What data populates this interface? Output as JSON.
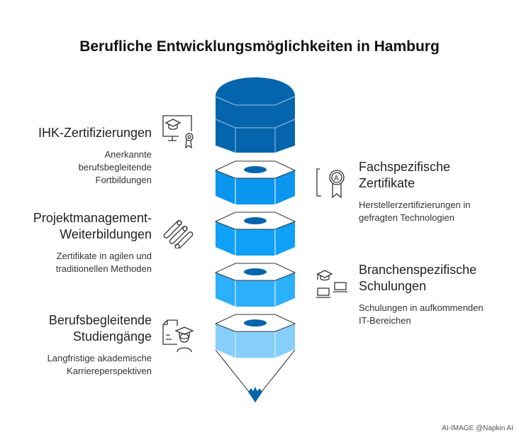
{
  "title": "Berufliche Entwicklungsmöglichkeiten in Hamburg",
  "items": [
    {
      "title": "IHK-Zertifizierungen",
      "desc": "Anerkannte berufsbegleitende Fortbildungen",
      "icon": "certificate-monitor-icon"
    },
    {
      "title": "Fachspezifische Zertifikate",
      "desc": "Herstellerzertifizierungen in gefragten Technologien",
      "icon": "award-badge-icon"
    },
    {
      "title": "Projektmanagement-Weiterbildungen",
      "desc": "Zertifikate in agilen und traditionellen Methoden",
      "icon": "pipes-icon"
    },
    {
      "title": "Branchenspezifische Schulungen",
      "desc": "Schulungen in aufkommenden IT-Bereichen",
      "icon": "laptops-graduation-icon"
    },
    {
      "title": "Berufsbegleitende Studiengänge",
      "desc": "Langfristige akademische Karriereperspektiven",
      "icon": "student-document-icon"
    }
  ],
  "colors": {
    "top": "#0565AC",
    "seg1": "#0A96EE",
    "seg2": "#0FA0F7",
    "seg3": "#2DB0FB",
    "seg4": "#86CFFB"
  },
  "footer": "AI-IMAGE  @Napkin AI"
}
